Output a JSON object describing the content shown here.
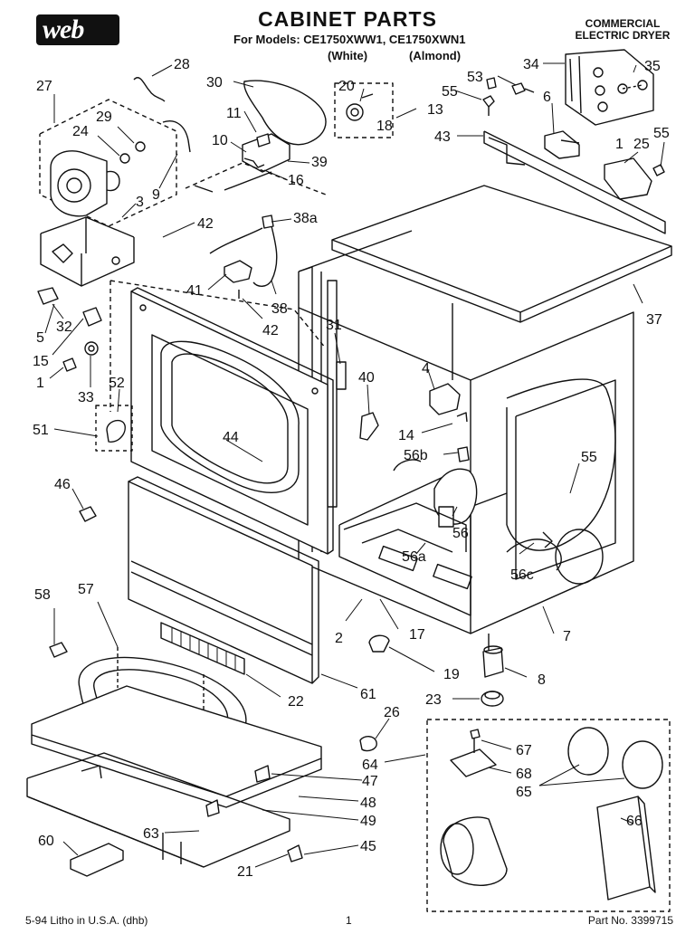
{
  "header": {
    "brand": "web",
    "title": "CABINET PARTS",
    "models": "For Models: CE1750XWW1, CE1750XWN1",
    "color_white": "(White)",
    "color_almond": "(Almond)",
    "product_type": "COMMERCIAL ELECTRIC DRYER"
  },
  "footer": {
    "print_info": "5-94 Litho in U.S.A. (dhb)",
    "page_number": "1",
    "part_number": "Part No. 3399715"
  },
  "callouts": [
    "28",
    "30",
    "27",
    "29",
    "24",
    "11",
    "20",
    "18",
    "13",
    "53",
    "55",
    "34",
    "35",
    "6",
    "43",
    "1",
    "25",
    "55",
    "10",
    "39",
    "9",
    "16",
    "3",
    "42",
    "38a",
    "41",
    "42",
    "38",
    "32",
    "5",
    "15",
    "33",
    "1",
    "52",
    "51",
    "31",
    "40",
    "4",
    "14",
    "56b",
    "55",
    "56",
    "37",
    "44",
    "46",
    "56a",
    "56c",
    "58",
    "57",
    "2",
    "17",
    "19",
    "8",
    "7",
    "22",
    "61",
    "23",
    "26",
    "64",
    "67",
    "68",
    "65",
    "47",
    "48",
    "49",
    "63",
    "45",
    "66",
    "60",
    "21"
  ]
}
